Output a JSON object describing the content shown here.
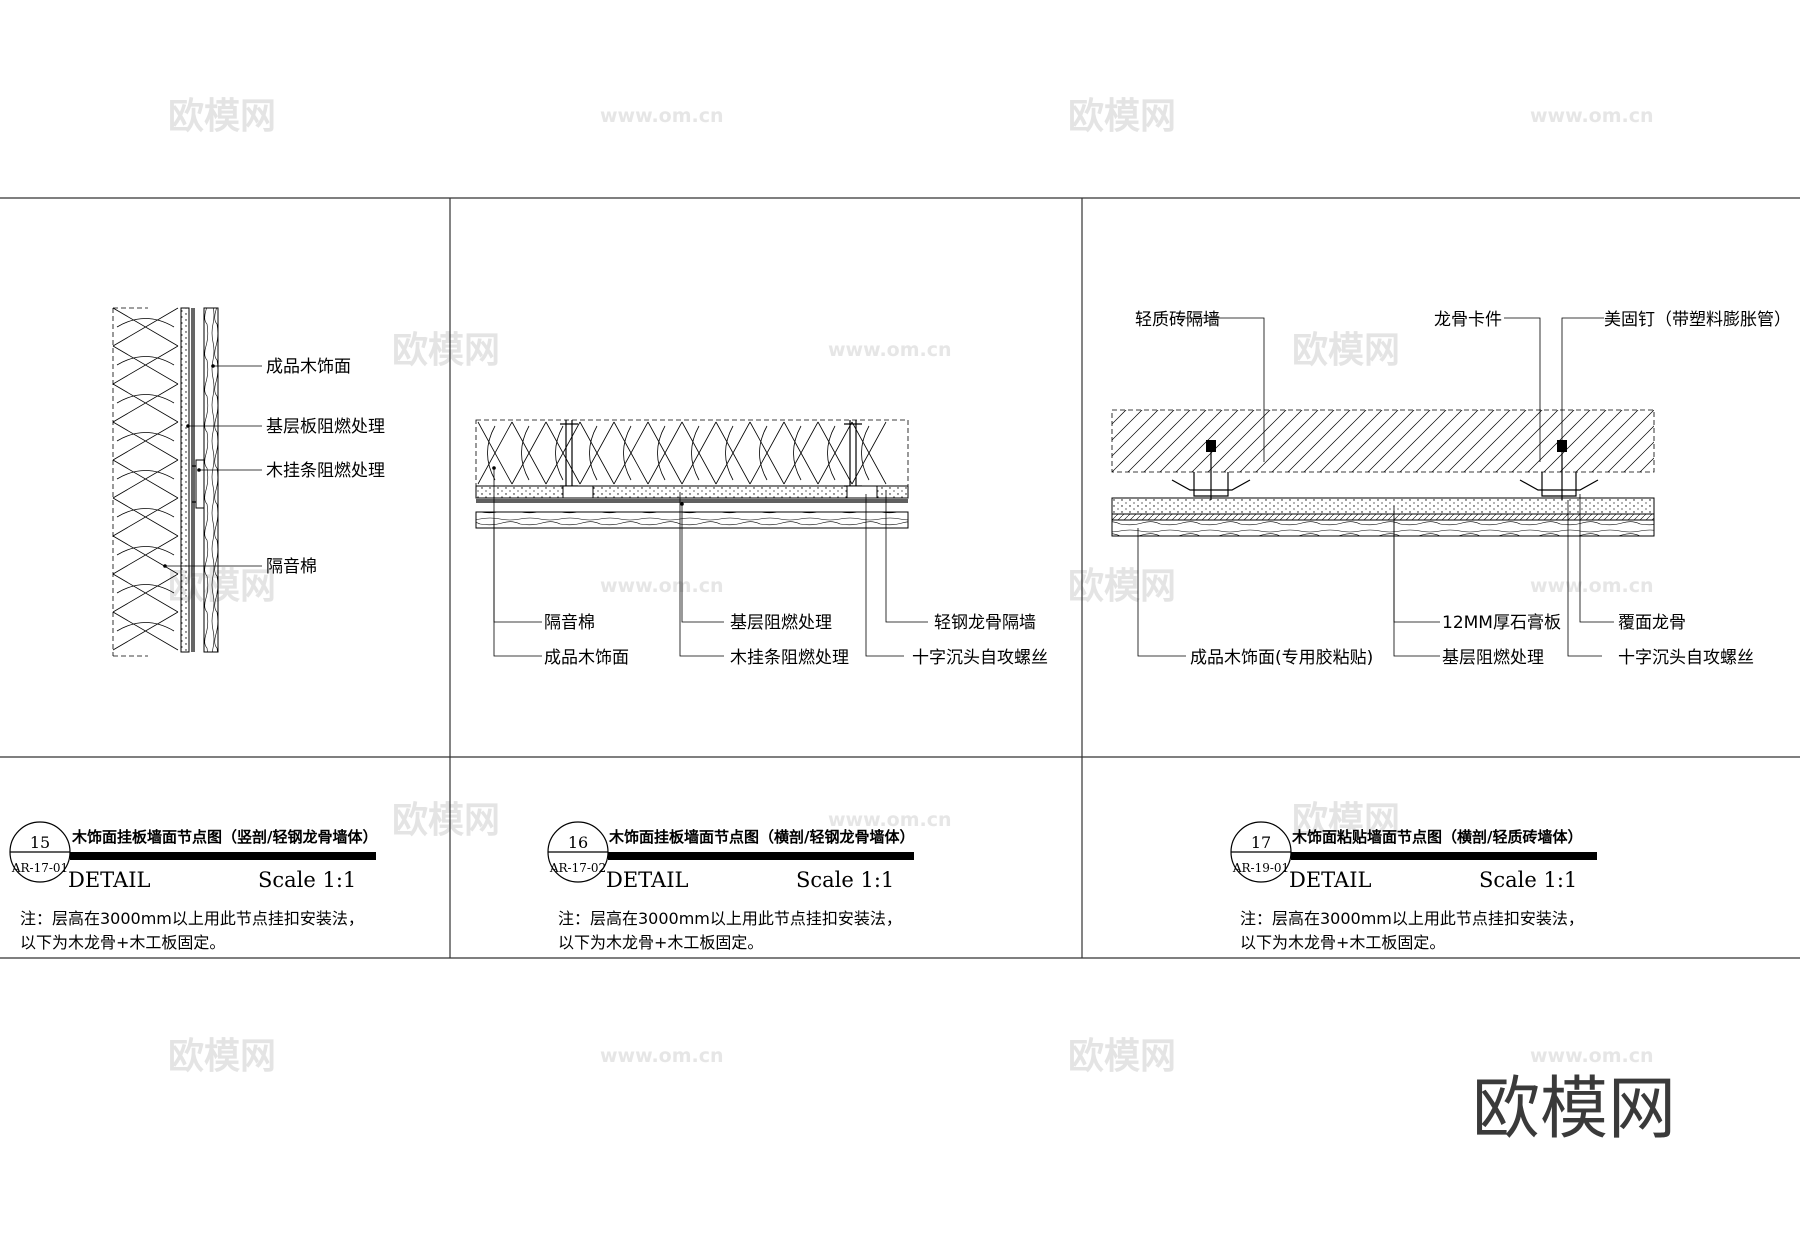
{
  "watermark": {
    "brand": "欧模网",
    "url": "www.om.cn"
  },
  "brand_mark": "欧模网",
  "details": [
    {
      "number": "15",
      "ref": "AR-17-01",
      "title": "木饰面挂板墙面节点图（竖剖/轻钢龙骨墙体）",
      "detail_word": "DETAIL",
      "scale": "Scale 1:1",
      "note_line1": "注：层高在3000mm以上用此节点挂扣安装法，",
      "note_line2": "以下为木龙骨+木工板固定。",
      "labels": [
        "成品木饰面",
        "基层板阻燃处理",
        "木挂条阻燃处理",
        "隔音棉"
      ]
    },
    {
      "number": "16",
      "ref": "AR-17-02",
      "title": "木饰面挂板墙面节点图（横剖/轻钢龙骨墙体）",
      "detail_word": "DETAIL",
      "scale": "Scale 1:1",
      "note_line1": "注：层高在3000mm以上用此节点挂扣安装法，",
      "note_line2": "以下为木龙骨+木工板固定。",
      "labels": [
        "隔音棉",
        "成品木饰面",
        "基层阻燃处理",
        "木挂条阻燃处理",
        "轻钢龙骨隔墙",
        "十字沉头自攻螺丝"
      ]
    },
    {
      "number": "17",
      "ref": "AR-19-01",
      "title": "木饰面粘贴墙面节点图（横剖/轻质砖墙体）",
      "detail_word": "DETAIL",
      "scale": "Scale 1:1",
      "note_line1": "注：层高在3000mm以上用此节点挂扣安装法，",
      "note_line2": "以下为木龙骨+木工板固定。",
      "labels": [
        "轻质砖隔墙",
        "龙骨卡件",
        "美固钉（带塑料膨胀管）",
        "成品木饰面(专用胶粘贴)",
        "12MM厚石膏板",
        "基层阻燃处理",
        "覆面龙骨",
        "十字沉头自攻螺丝"
      ]
    }
  ]
}
